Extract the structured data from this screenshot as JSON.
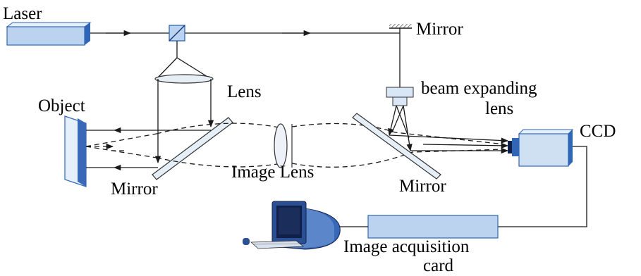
{
  "labels": {
    "laser": "Laser",
    "mirror_top": "Mirror",
    "lens": "Lens",
    "beam_expanding_line1": "beam expanding",
    "beam_expanding_line2": "lens",
    "object": "Object",
    "ccd": "CCD",
    "image_lens": "Image Lens",
    "mirror_left": "Mirror",
    "mirror_right": "Mirror",
    "acquisition_line1": "Image acquisition",
    "acquisition_line2": "card"
  },
  "colors": {
    "component_fill": "#bcd3ef",
    "component_dark": "#2f66b5",
    "component_light": "#e6f0fb",
    "line": "#1a1a1a",
    "monitor_body": "#3a68b8",
    "monitor_dark": "#10204a"
  },
  "icons": {
    "computer": "computer-icon",
    "laser": "laser-box",
    "ccd": "ccd-camera"
  }
}
